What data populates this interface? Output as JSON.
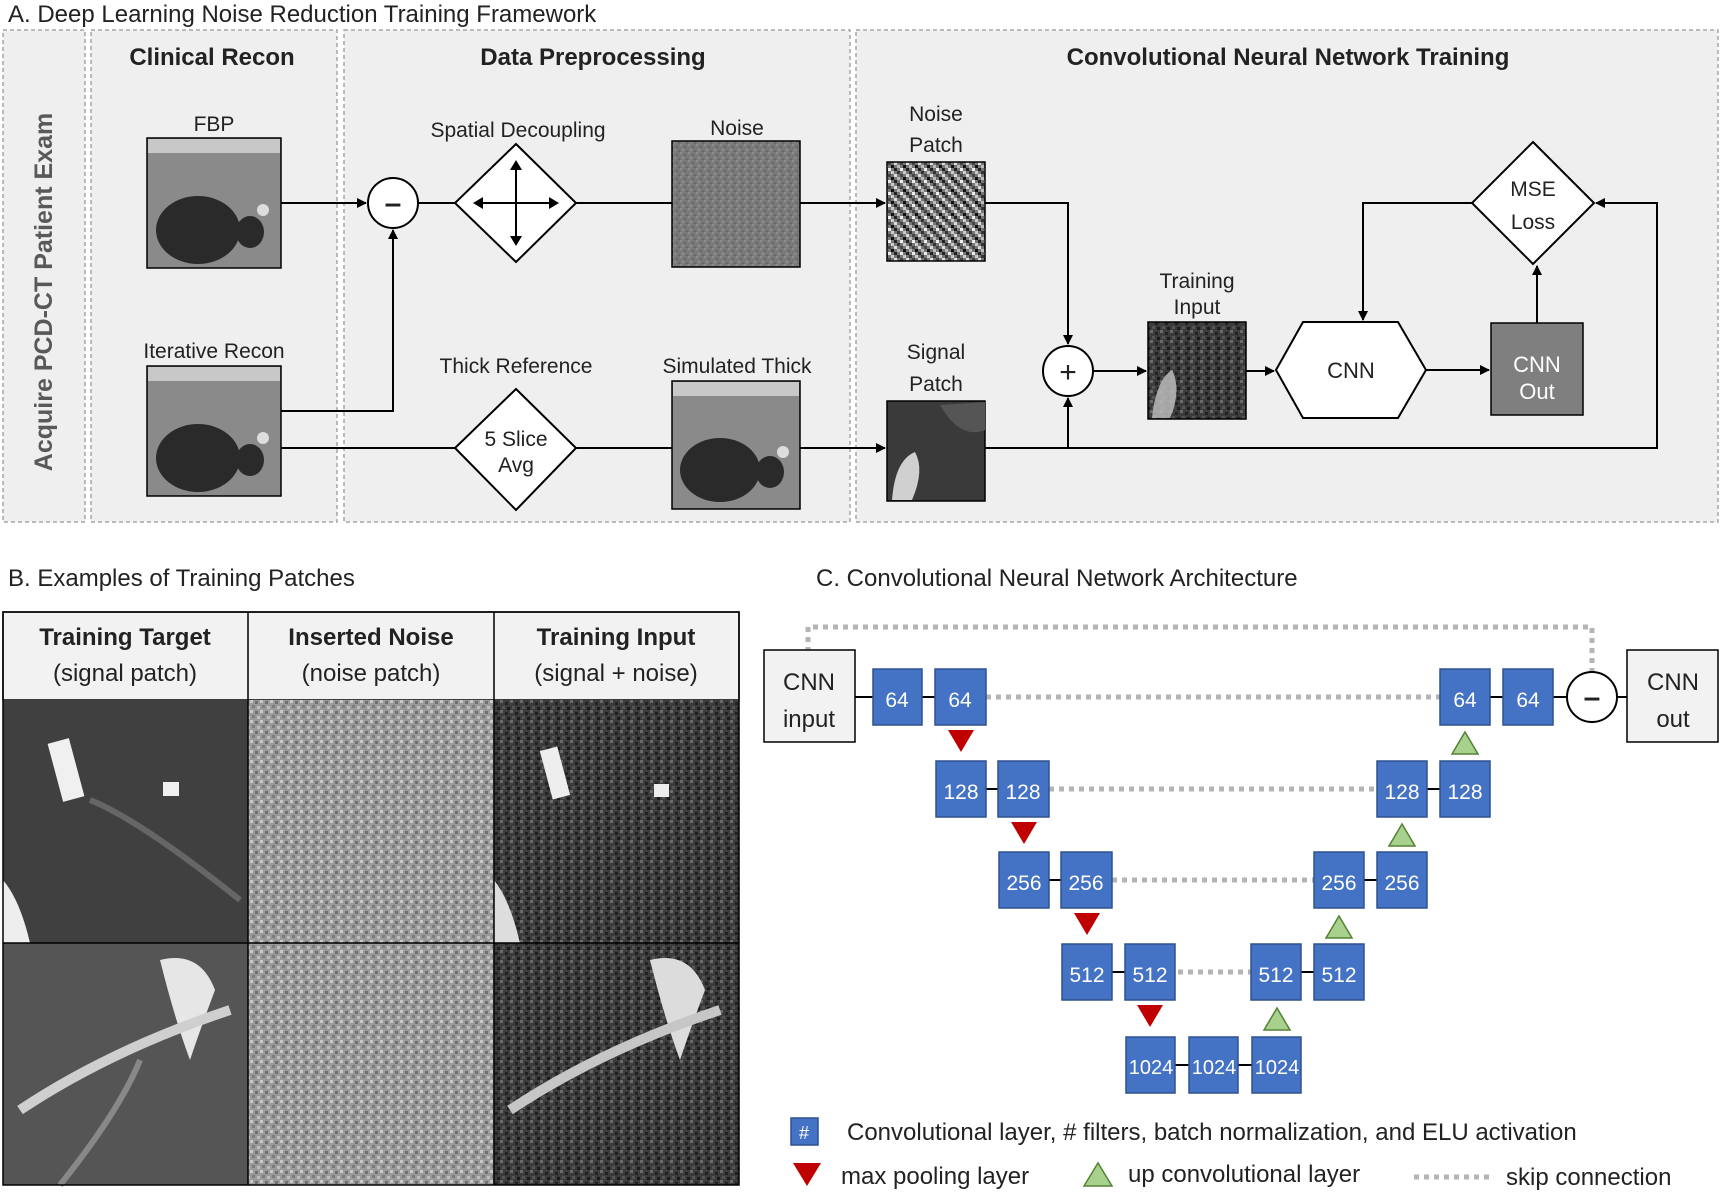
{
  "panel_a": {
    "title": "A.   Deep Learning Noise Reduction Training Framework",
    "side_label": "Acquire PCD-CT Patient Exam",
    "sections": {
      "clinical": "Clinical Recon",
      "preproc": "Data Preprocessing",
      "cnn": "Convolutional Neural Network Training"
    },
    "labels": {
      "fbp": "FBP",
      "iterative": "Iterative Recon",
      "spatial": "Spatial Decoupling",
      "thick_ref": "Thick Reference",
      "noise": "Noise",
      "sim_thick": "Simulated Thick",
      "noise_patch_1": "Noise",
      "noise_patch_2": "Patch",
      "signal_patch_1": "Signal",
      "signal_patch_2": "Patch",
      "train_in_1": "Training",
      "train_in_2": "Input",
      "slice_1": "5 Slice",
      "slice_2": "Avg",
      "cnn": "CNN",
      "cnn_out_1": "CNN",
      "cnn_out_2": "Out",
      "mse_1": "MSE",
      "mse_2": "Loss",
      "minus": "–",
      "plus": "+"
    }
  },
  "panel_b": {
    "title": "B.    Examples of Training Patches",
    "columns": [
      {
        "head": "Training Target",
        "sub": "(signal patch)"
      },
      {
        "head": "Inserted Noise",
        "sub": "(noise patch)"
      },
      {
        "head": "Training Input",
        "sub": "(signal + noise)"
      }
    ]
  },
  "panel_c": {
    "title": "C.    Convolutional Neural Network Architecture",
    "cnn_input_1": "CNN",
    "cnn_input_2": "input",
    "cnn_out_1": "CNN",
    "cnn_out_2": "out",
    "minus": "–",
    "layers": {
      "e1a": "64",
      "e1b": "64",
      "e2a": "128",
      "e2b": "128",
      "e3a": "256",
      "e3b": "256",
      "e4a": "512",
      "e4b": "512",
      "b1": "1024",
      "b2": "1024",
      "b3": "1024",
      "d4a": "512",
      "d4b": "512",
      "d3a": "256",
      "d3b": "256",
      "d2a": "128",
      "d2b": "128",
      "d1a": "64",
      "d1b": "64"
    },
    "legend": {
      "conv_symbol": "#",
      "conv": "Convolutional layer, # filters, batch normalization, and ELU activation",
      "pool": "max pooling layer",
      "upconv": "up convolutional layer",
      "skip": "skip connection"
    },
    "colors": {
      "conv": "#4472c4",
      "pool": "#c00000",
      "upconv": "#a9d18e",
      "skip": "#b4b4b4"
    }
  }
}
